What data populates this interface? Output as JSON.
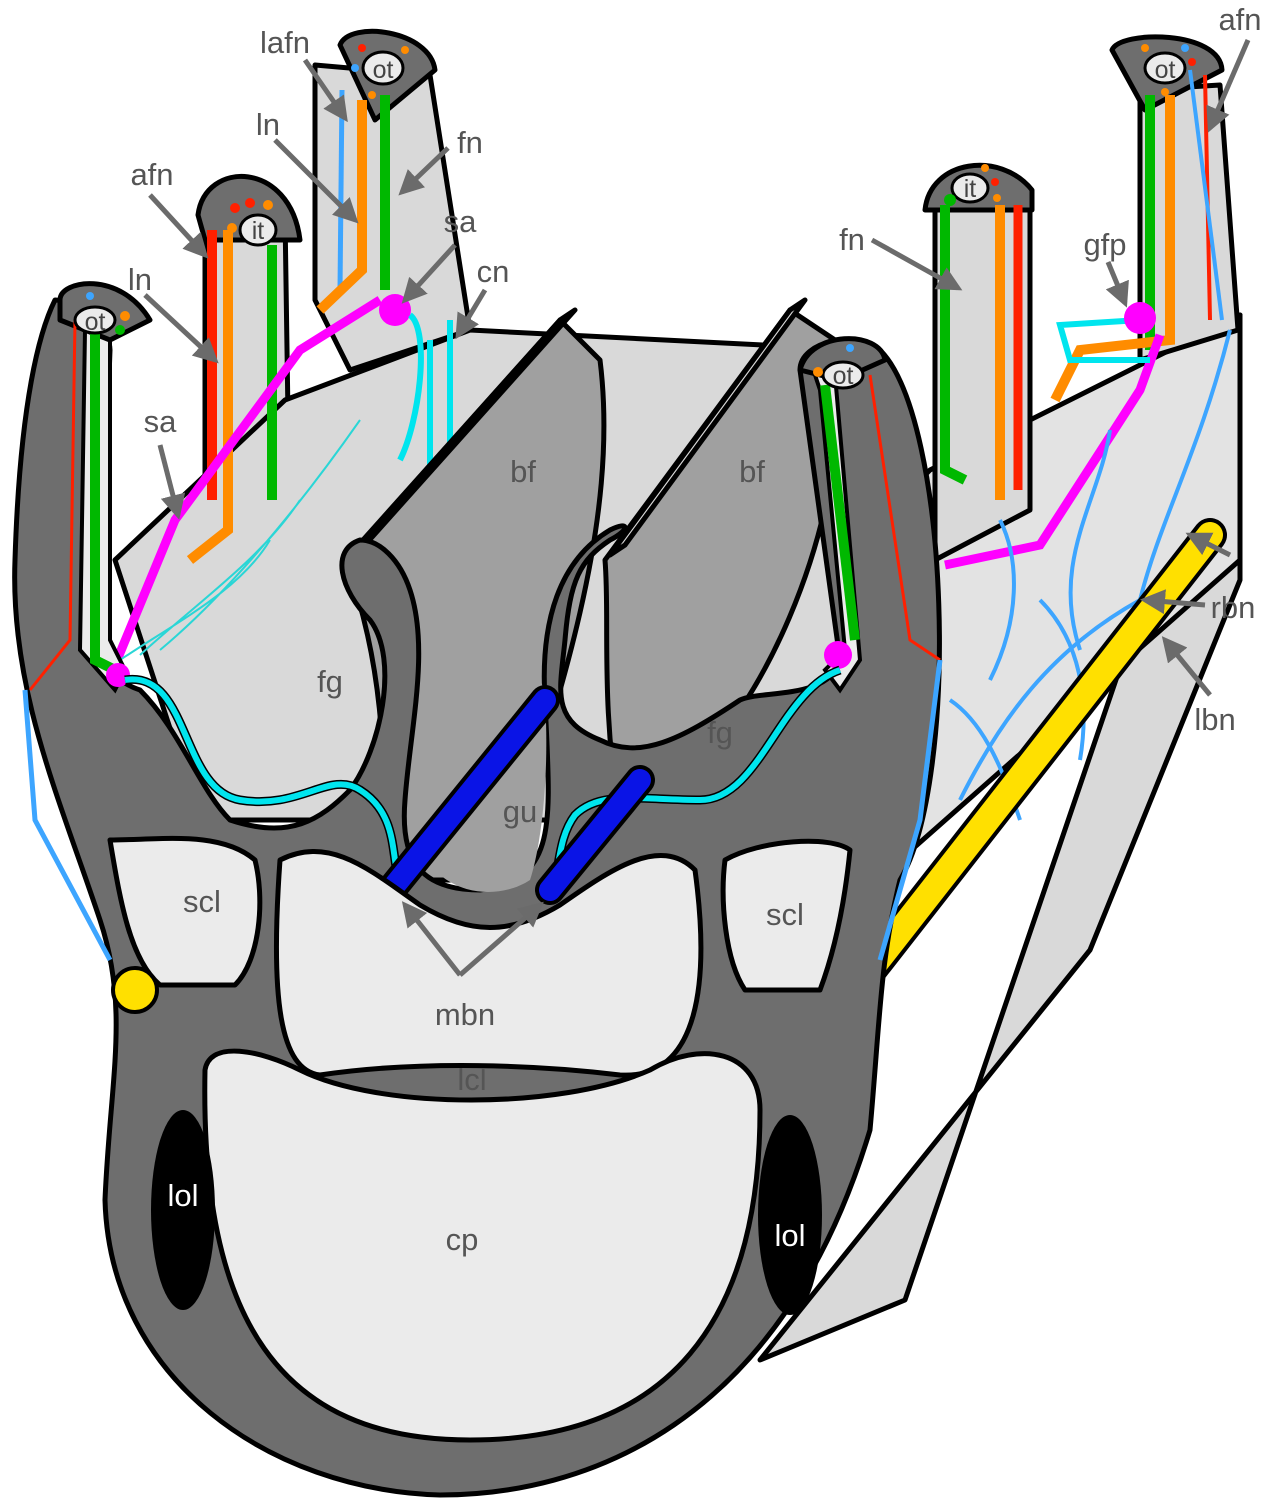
{
  "colors": {
    "dark_tissue": "#6e6e6e",
    "light_tissue": "#d9d9d9",
    "pale_tissue": "#ebebeb",
    "light_blue_nerve": "#3da5ff",
    "orange_nerve": "#ff8c00",
    "red_nerve": "#ff2000",
    "green_nerve": "#00b800",
    "magenta_nerve": "#ff00ff",
    "cyan_nerve": "#00e5ee",
    "dark_blue_nerve": "#0a14e6",
    "yellow_nerve": "#ffe000",
    "arrow": "#6b6b6b"
  },
  "labels": {
    "lafn": "lafn",
    "fn_top": "fn",
    "ln_top": "ln",
    "afn_left": "afn",
    "sa_top": "sa",
    "cn": "cn",
    "ln_left": "ln",
    "sa_left": "sa",
    "afn_right": "afn",
    "fn_right": "fn",
    "gfp": "gfp",
    "rbn": "rbn",
    "lbn": "lbn",
    "mbn": "mbn",
    "bf_left": "bf",
    "bf_right": "bf",
    "fg_left": "fg",
    "fg_right": "fg",
    "gu": "gu",
    "scl_left": "scl",
    "scl_right": "scl",
    "lcl": "lcl",
    "cp": "cp",
    "lol_left": "lol",
    "lol_right": "lol"
  },
  "tip_labels": {
    "ot_far_left": "ot",
    "it_left": "it",
    "ot_top_left": "ot",
    "it_right": "it",
    "ot_top_right": "ot",
    "ot_near_right": "ot"
  }
}
